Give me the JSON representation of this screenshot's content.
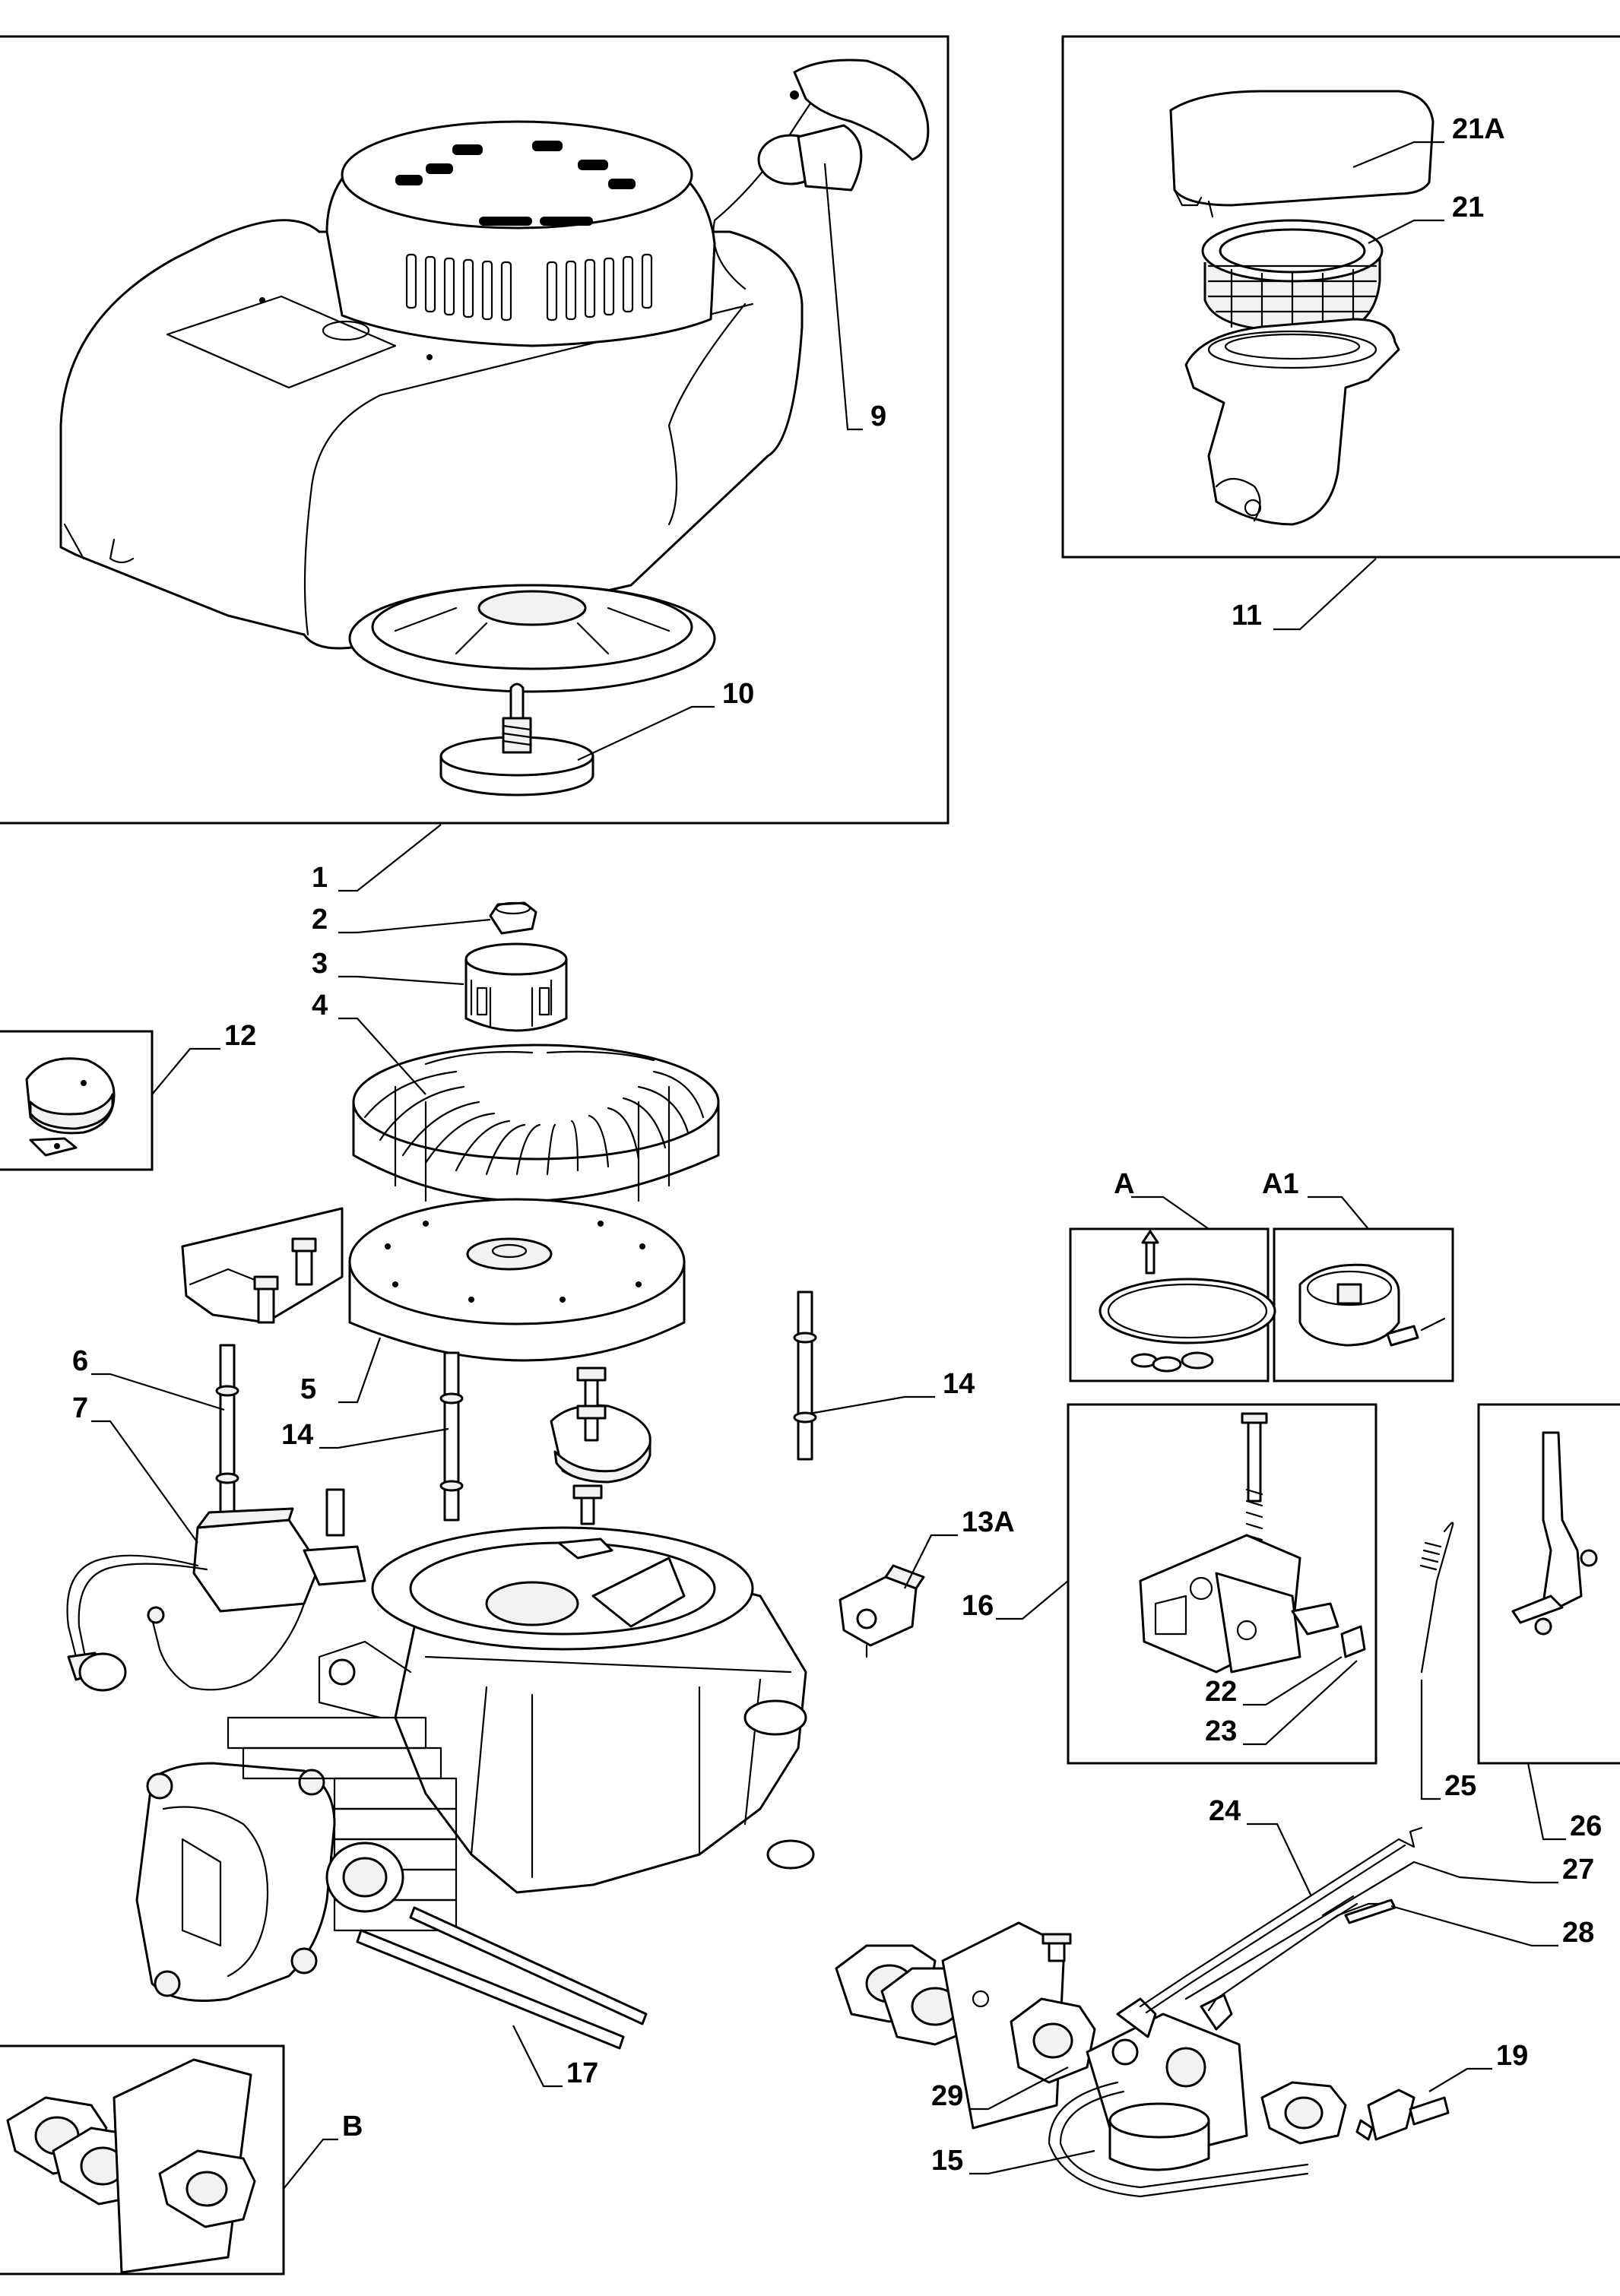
{
  "diagram": {
    "callouts": [
      {
        "id": "c-21A",
        "text": "21A"
      },
      {
        "id": "c-21",
        "text": "21"
      },
      {
        "id": "c-9",
        "text": "9"
      },
      {
        "id": "c-11",
        "text": "11"
      },
      {
        "id": "c-10",
        "text": "10"
      },
      {
        "id": "c-1",
        "text": "1"
      },
      {
        "id": "c-2",
        "text": "2"
      },
      {
        "id": "c-3",
        "text": "3"
      },
      {
        "id": "c-4",
        "text": "4"
      },
      {
        "id": "c-12",
        "text": "12"
      },
      {
        "id": "c-A",
        "text": "A"
      },
      {
        "id": "c-A1",
        "text": "A1"
      },
      {
        "id": "c-6",
        "text": "6"
      },
      {
        "id": "c-7",
        "text": "7"
      },
      {
        "id": "c-5",
        "text": "5"
      },
      {
        "id": "c-14a",
        "text": "14"
      },
      {
        "id": "c-14b",
        "text": "14"
      },
      {
        "id": "c-13A",
        "text": "13A"
      },
      {
        "id": "c-16",
        "text": "16"
      },
      {
        "id": "c-22",
        "text": "22"
      },
      {
        "id": "c-23",
        "text": "23"
      },
      {
        "id": "c-25",
        "text": "25"
      },
      {
        "id": "c-26",
        "text": "26"
      },
      {
        "id": "c-24",
        "text": "24"
      },
      {
        "id": "c-27",
        "text": "27"
      },
      {
        "id": "c-28",
        "text": "28"
      },
      {
        "id": "c-19",
        "text": "19"
      },
      {
        "id": "c-29",
        "text": "29"
      },
      {
        "id": "c-15",
        "text": "15"
      },
      {
        "id": "c-17",
        "text": "17"
      },
      {
        "id": "c-B",
        "text": "B"
      }
    ]
  }
}
